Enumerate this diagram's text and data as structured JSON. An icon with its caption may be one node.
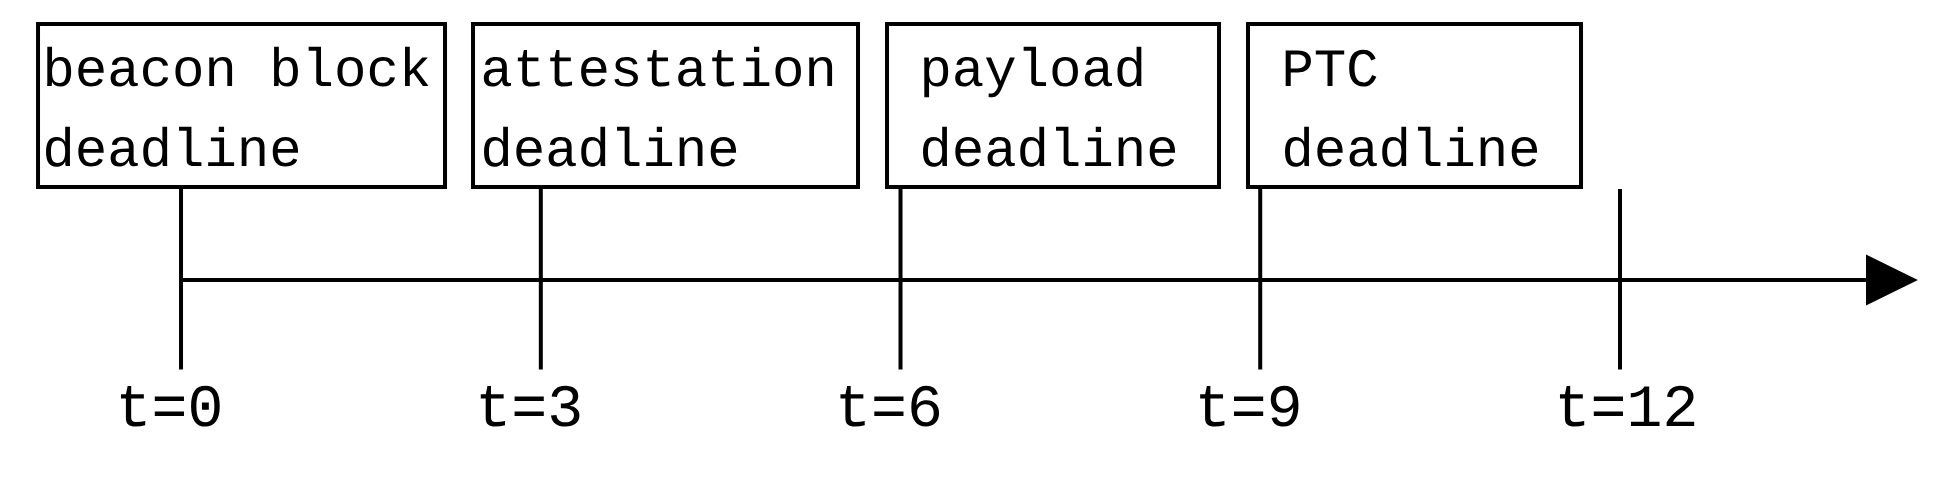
{
  "diagram": {
    "nodes": [
      {
        "text": [
          "beacon block deadline"
        ]
      },
      {
        "text": [
          "attestation deadline"
        ]
      },
      {
        "text": [
          "payload deadline"
        ]
      },
      {
        "text": [
          "PTC deadline"
        ]
      },
      {
        "text": [
          "t=0"
        ]
      },
      {
        "text": [
          "t=3"
        ]
      },
      {
        "text": [
          "t=6"
        ]
      },
      {
        "text": [
          "t=9"
        ]
      },
      {
        "text": [
          "t=12"
        ]
      }
    ],
    "edges": [
      {
        "from": 0,
        "to": 4,
        "arrow": "none"
      },
      {
        "from": 1,
        "to": 5,
        "arrow": "none"
      },
      {
        "from": 2,
        "to": 6,
        "arrow": "none"
      },
      {
        "from": 3,
        "to": 7,
        "arrow": "none"
      },
      {
        "from": null,
        "to": 8,
        "arrow": "none"
      }
    ]
  }
}
